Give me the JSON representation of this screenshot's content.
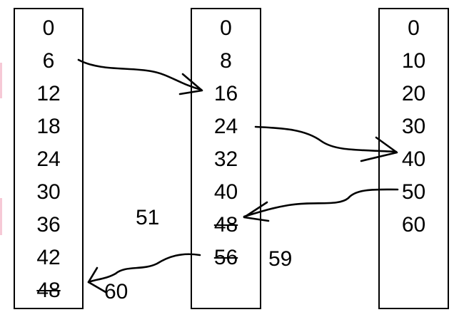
{
  "columns": [
    {
      "values": [
        "0",
        "6",
        "12",
        "18",
        "24",
        "30",
        "36",
        "42",
        "48"
      ],
      "struck_index": 8
    },
    {
      "values": [
        "0",
        "8",
        "16",
        "24",
        "32",
        "40",
        "48",
        "56"
      ],
      "struck_indices": [
        6,
        7
      ]
    },
    {
      "values": [
        "0",
        "10",
        "20",
        "30",
        "40",
        "50",
        "60"
      ]
    }
  ],
  "notes": {
    "left_middle": "51",
    "right_of_middle": "59",
    "bottom_left": "60"
  },
  "arrows": [
    {
      "from": "6",
      "to": "16"
    },
    {
      "from": "24",
      "to": "40"
    },
    {
      "from": "50",
      "to": "48"
    },
    {
      "from": "56",
      "to": "48"
    }
  ],
  "colors": {
    "ink": "#000000",
    "margin_mark": "#f6c9d6"
  }
}
